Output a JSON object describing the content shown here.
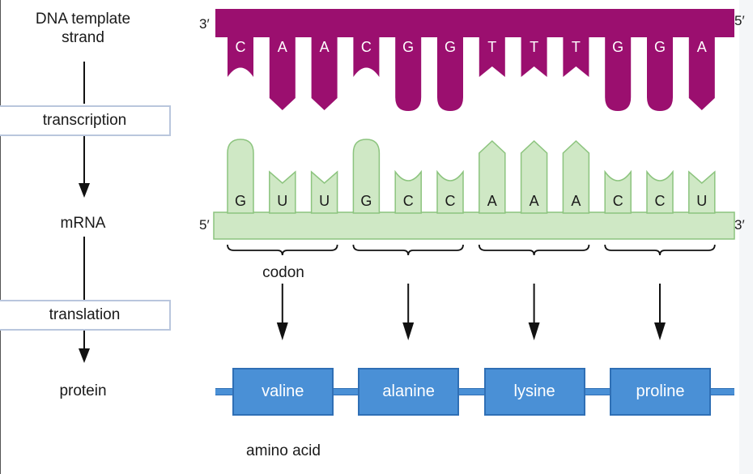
{
  "labels": {
    "dna": "DNA template strand",
    "dna_line1": "DNA template",
    "dna_line2": "strand",
    "transcription": "transcription",
    "mrna": "mRNA",
    "translation": "translation",
    "protein": "protein",
    "codon": "codon",
    "amino_acid": "amino acid"
  },
  "dna": {
    "left_end": "3′",
    "right_end": "5′",
    "bases": [
      "C",
      "A",
      "A",
      "C",
      "G",
      "G",
      "T",
      "T",
      "T",
      "G",
      "G",
      "A"
    ],
    "color": "#9b0f6f"
  },
  "mrna": {
    "left_end": "5′",
    "right_end": "3′",
    "bases": [
      "G",
      "U",
      "U",
      "G",
      "C",
      "C",
      "A",
      "A",
      "A",
      "C",
      "C",
      "U"
    ],
    "color": "#cfe8c5",
    "stroke": "#8cc47e"
  },
  "protein": {
    "amino_acids": [
      "valine",
      "alanine",
      "lysine",
      "proline"
    ],
    "color": "#4a90d6"
  }
}
